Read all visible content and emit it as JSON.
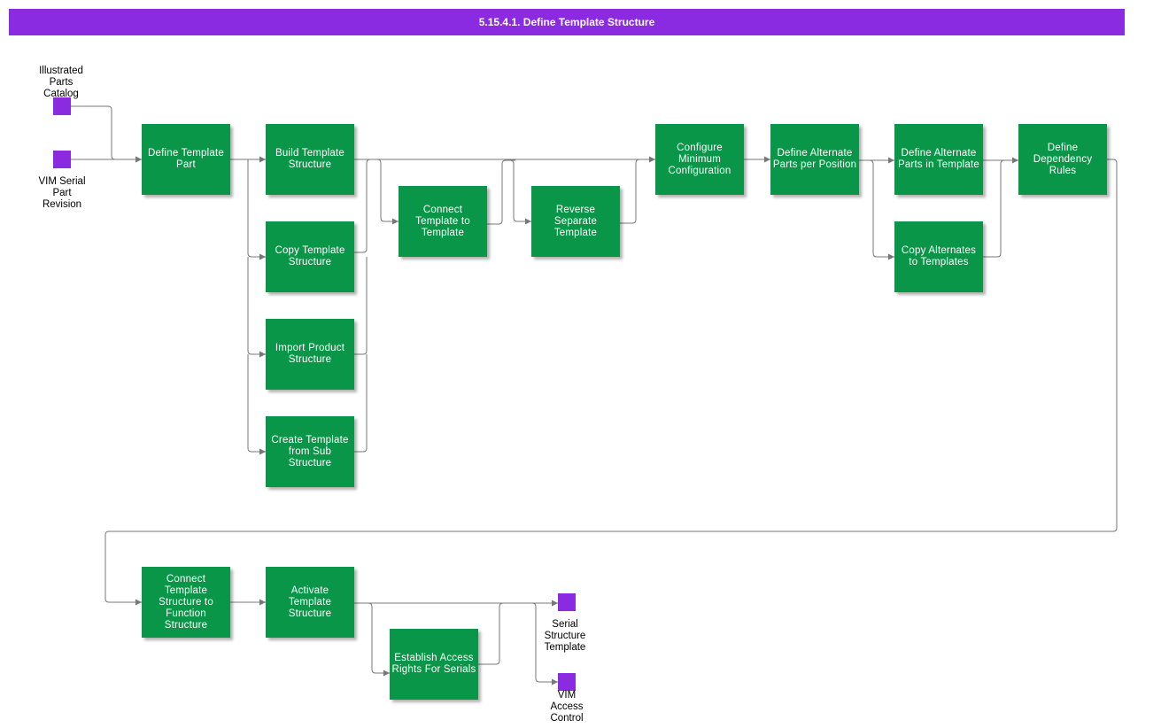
{
  "title": "5.15.4.1. Define Template Structure",
  "colors": {
    "header": "#8a2be2",
    "process": "#0a9648",
    "terminal": "#8a2be2",
    "connector": "#777777"
  },
  "inputs": [
    {
      "id": "ipc",
      "label": "Illustrated\nParts\nCatalog"
    },
    {
      "id": "vimspr",
      "label": "VIM Serial\nPart\nRevision"
    }
  ],
  "outputs": [
    {
      "id": "sst",
      "label": "Serial\nStructure\nTemplate"
    },
    {
      "id": "vac",
      "label": "VIM\nAccess\nControl"
    }
  ],
  "processes": [
    {
      "id": "dtp",
      "label": "Define Template\nPart"
    },
    {
      "id": "bts",
      "label": "Build Template\nStructure"
    },
    {
      "id": "cts",
      "label": "Copy Template\nStructure"
    },
    {
      "id": "ips",
      "label": "Import Product\nStructure"
    },
    {
      "id": "ctfs",
      "label": "Create Template\nfrom Sub\nStructure"
    },
    {
      "id": "cttt",
      "label": "Connect\nTemplate to\nTemplate"
    },
    {
      "id": "rst",
      "label": "Reverse\nSeparate\nTemplate"
    },
    {
      "id": "cmc",
      "label": "Configure\nMinimum\nConfiguration"
    },
    {
      "id": "dapp",
      "label": "Define Alternate\nParts per Position"
    },
    {
      "id": "dapt",
      "label": "Define Alternate\nParts in Template"
    },
    {
      "id": "catt",
      "label": "Copy Alternates\nto Templates"
    },
    {
      "id": "ddr",
      "label": "Define\nDependency\nRules"
    },
    {
      "id": "ctsf",
      "label": "Connect\nTemplate\nStructure to\nFunction\nStructure"
    },
    {
      "id": "ats",
      "label": "Activate\nTemplate\nStructure"
    },
    {
      "id": "earfs",
      "label": "Establish Access\nRights For Serials"
    }
  ]
}
